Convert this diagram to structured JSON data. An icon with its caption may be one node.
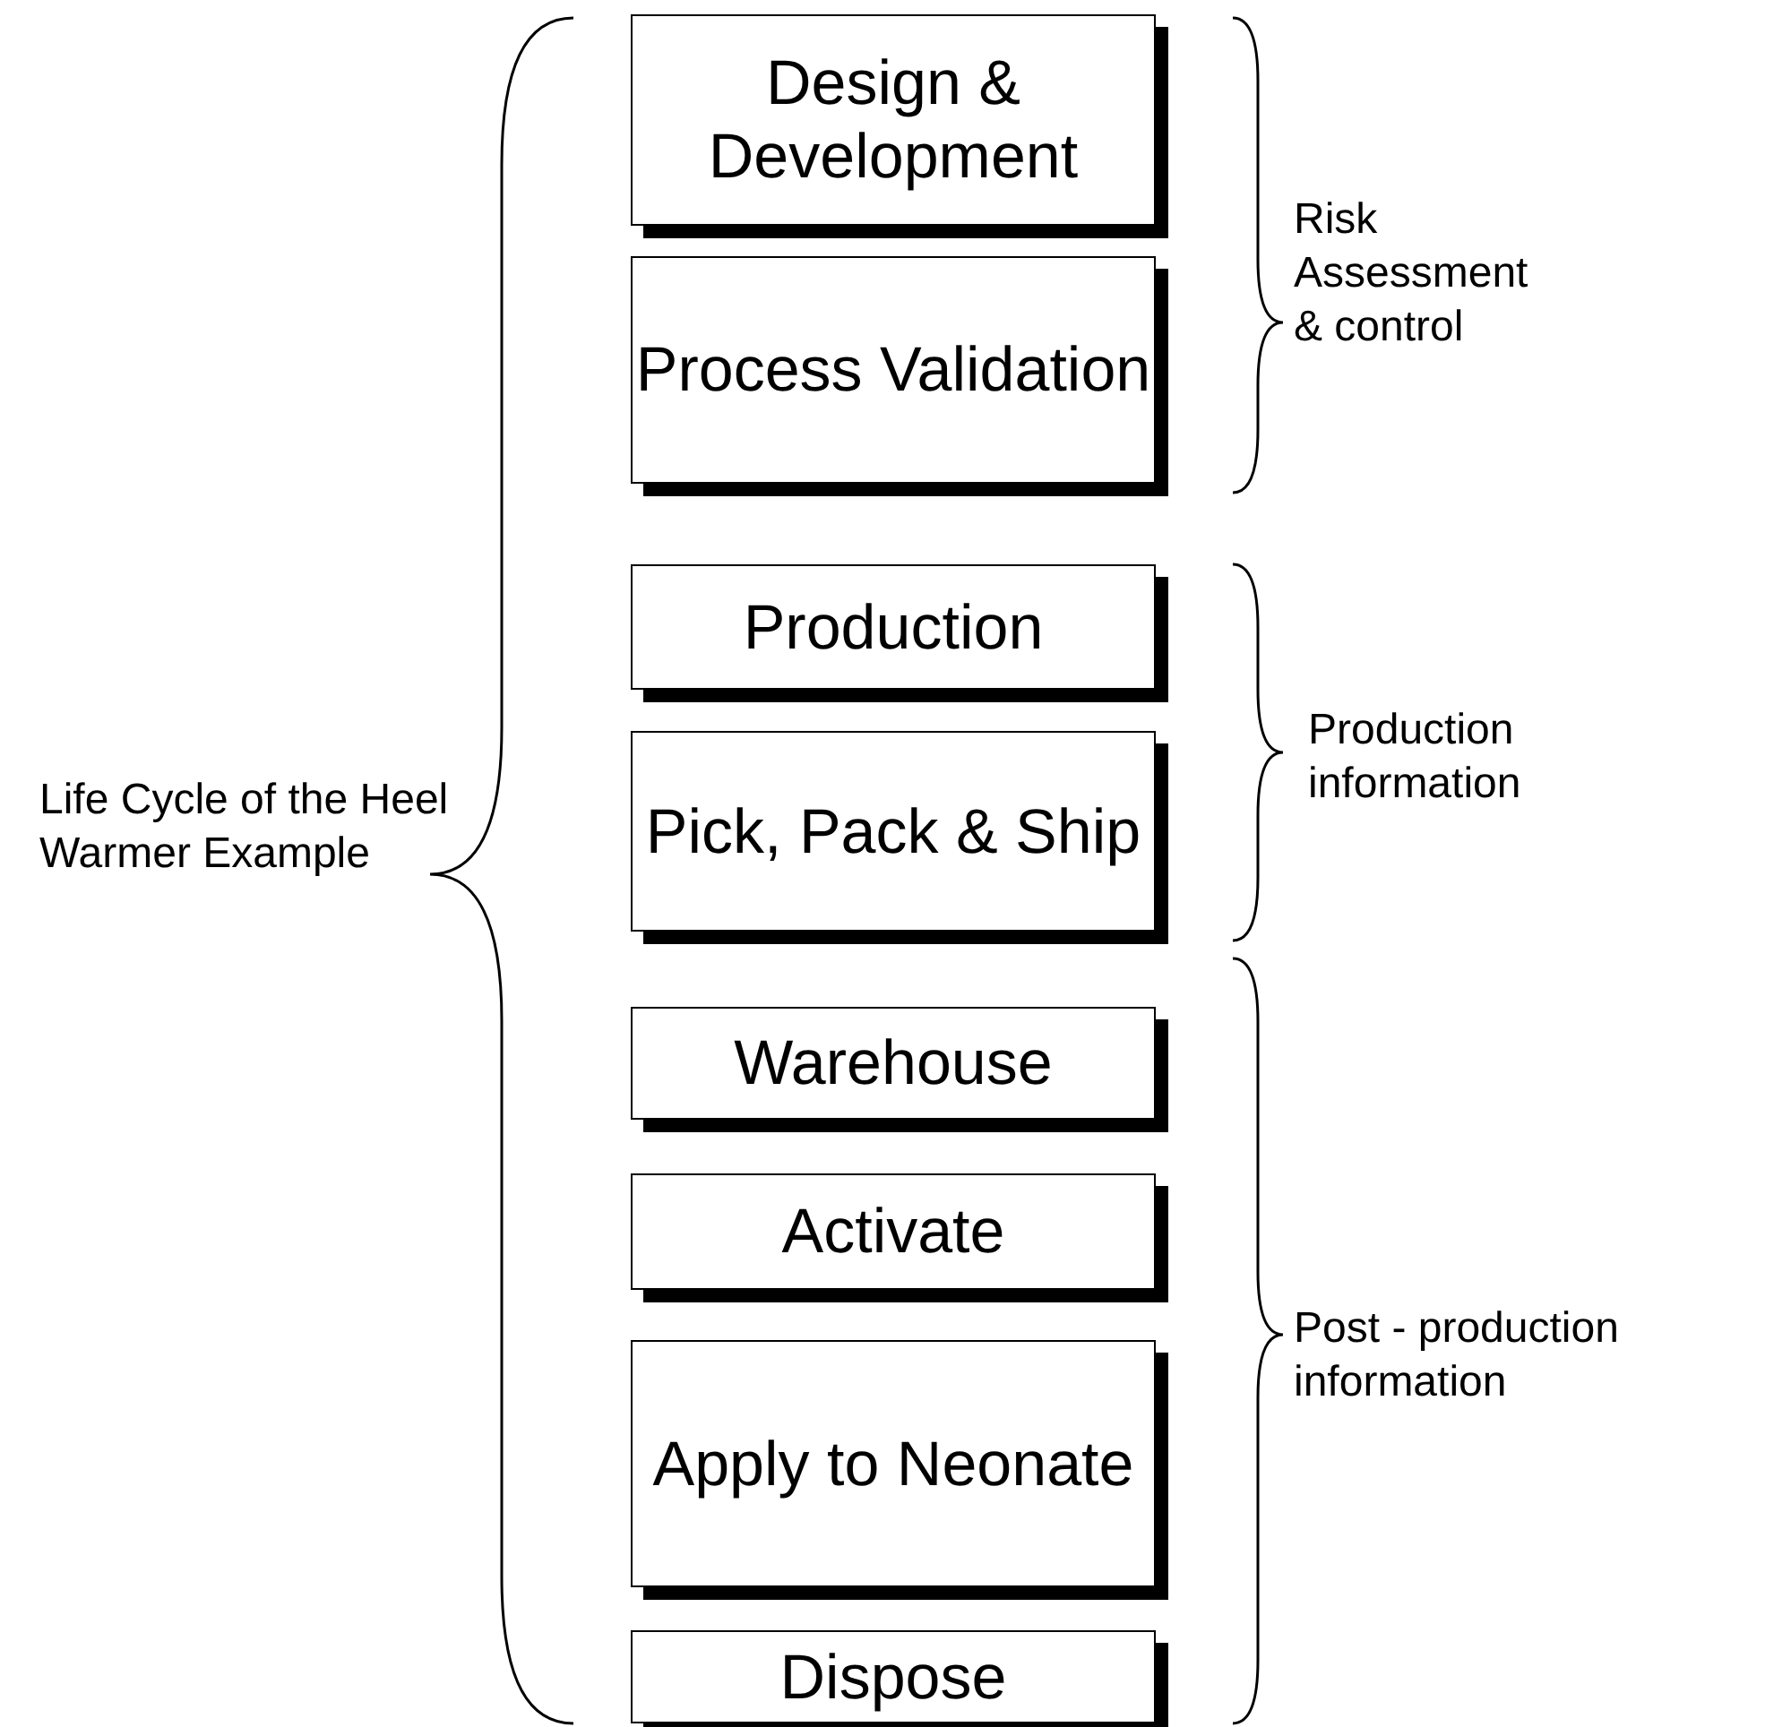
{
  "diagram": {
    "nodes": [
      {
        "text": [
          "Design & Development"
        ]
      },
      {
        "text": [
          "Process Validation"
        ]
      },
      {
        "text": [
          "Production"
        ]
      },
      {
        "text": [
          "Pick, Pack & Ship"
        ]
      },
      {
        "text": [
          "Warehouse"
        ]
      },
      {
        "text": [
          "Activate"
        ]
      },
      {
        "text": [
          "Apply to Neonate"
        ]
      },
      {
        "text": [
          "Dispose"
        ]
      }
    ],
    "edges": [],
    "labels": [
      "Risk Assessment & control",
      "Production information",
      "Life Cycle of the Heel Warmer Example",
      "Post - production information"
    ]
  }
}
